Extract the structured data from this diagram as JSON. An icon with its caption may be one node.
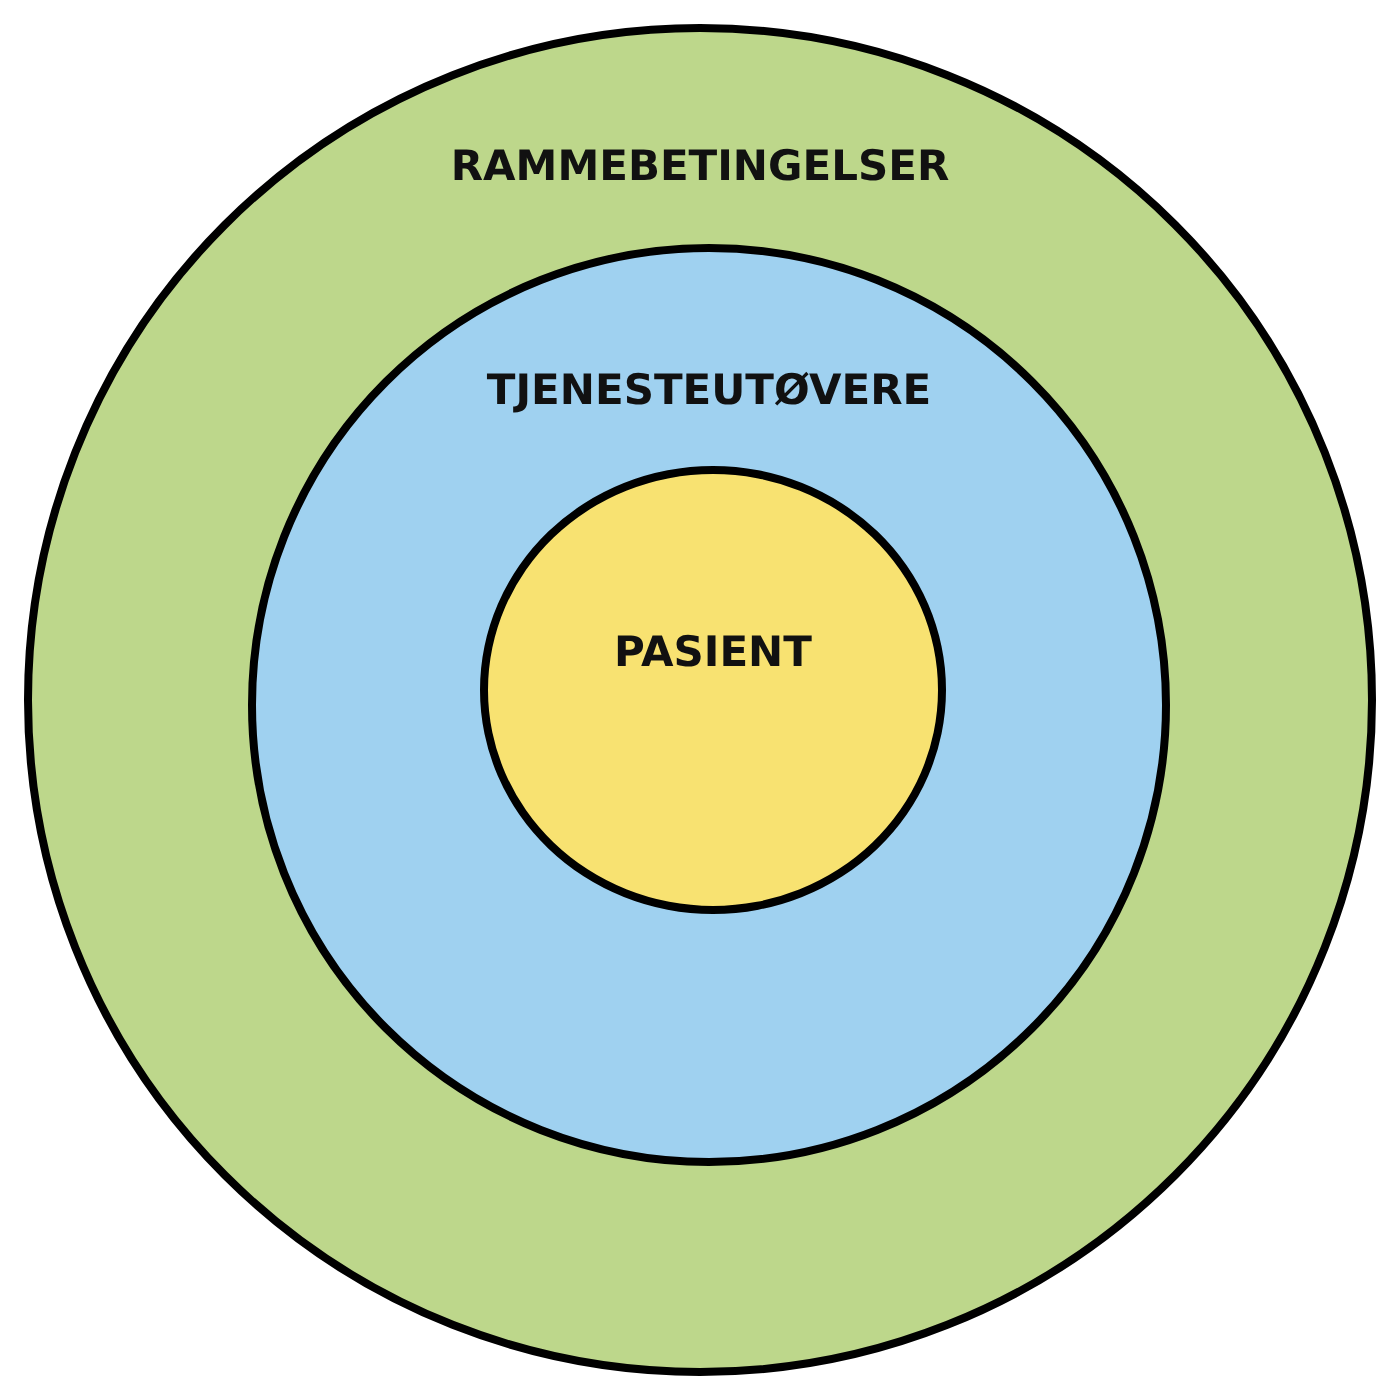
{
  "diagram": {
    "nodes": [
      {
        "text": [
          "RAMMEBETINGELSER"
        ]
      },
      {
        "text": [
          "TJENESTEUTØVERE"
        ],
        "in": 0
      },
      {
        "text": [
          "PASIENT"
        ],
        "in": 1
      }
    ]
  }
}
